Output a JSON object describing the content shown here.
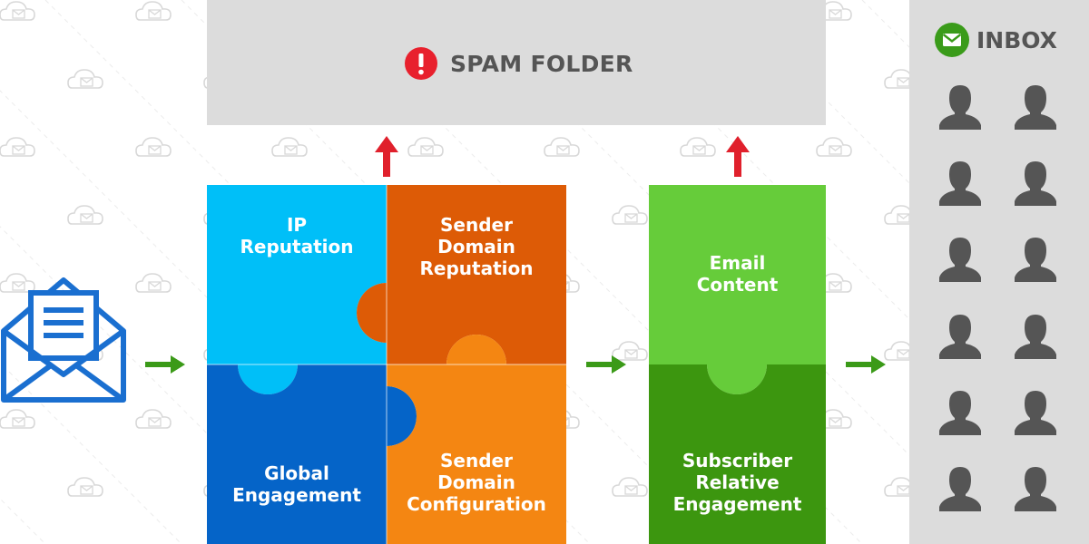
{
  "spam_folder": {
    "title": "SPAM FOLDER",
    "icon": "exclamation-icon",
    "icon_color": "#e8202d"
  },
  "inbox": {
    "title": "INBOX",
    "icon": "mail-icon",
    "icon_color": "#3a9b1a",
    "subscriber_icon": "person-icon",
    "subscriber_count": 12
  },
  "sender": {
    "icon": "open-envelope-icon",
    "color": "#1a6fd0"
  },
  "pieces": [
    {
      "key": "ip-reputation",
      "label": "IP\nReputation",
      "color": "#00bff8"
    },
    {
      "key": "sender-domain-reputation",
      "label": "Sender\nDomain\nReputation",
      "color": "#dd5b06"
    },
    {
      "key": "global-engagement",
      "label": "Global\nEngagement",
      "color": "#0564c8"
    },
    {
      "key": "sender-domain-configuration",
      "label": "Sender\nDomain\nConfiguration",
      "color": "#f48612"
    },
    {
      "key": "email-content",
      "label": "Email\nContent",
      "color": "#66cc3a"
    },
    {
      "key": "subscriber-relative-engagement",
      "label": "Subscriber\nRelative\nEngagement",
      "color": "#3c960f"
    }
  ],
  "colors": {
    "flow_arrow": "#3b9a18",
    "spam_arrow": "#e0202c",
    "panel": "#dcdcdc",
    "text_dark": "#555555",
    "person": "#555555"
  }
}
